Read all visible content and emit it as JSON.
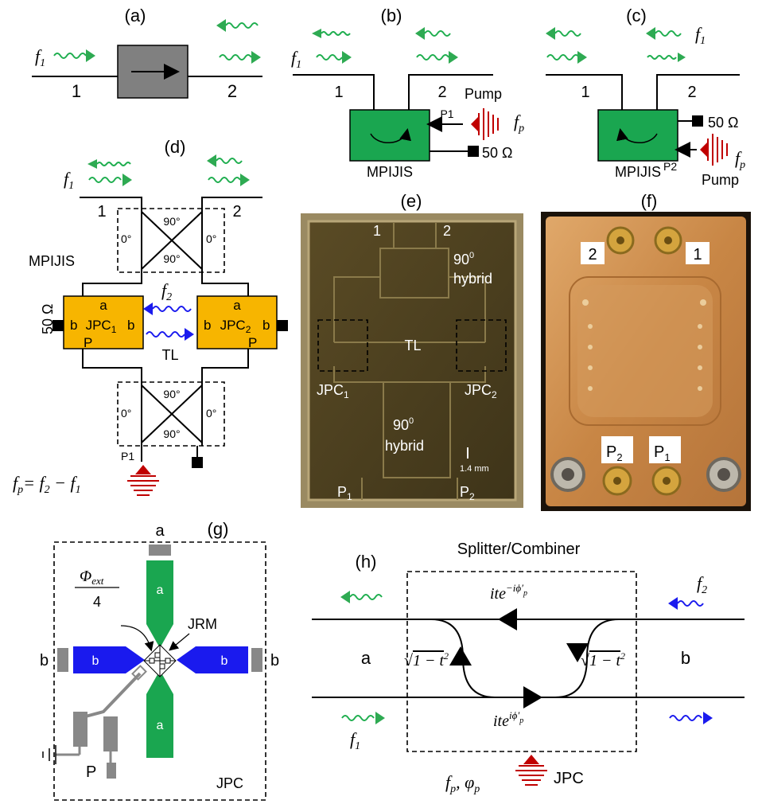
{
  "panels": {
    "a": {
      "label": "(a)",
      "freq": "f",
      "freq_sub": "1",
      "port1": "1",
      "port2": "2"
    },
    "b": {
      "label": "(b)",
      "freq": "f",
      "freq_sub": "1",
      "port1": "1",
      "port2": "2",
      "pump": "Pump",
      "pump_port": "P1",
      "fp": "f",
      "fp_sub": "p",
      "load": "50 Ω",
      "device": "MPIJIS"
    },
    "c": {
      "label": "(c)",
      "freq": "f",
      "freq_sub": "1",
      "port1": "1",
      "port2": "2",
      "pump": "Pump",
      "pump_port": "P2",
      "fp": "f",
      "fp_sub": "p",
      "load": "50 Ω",
      "device": "MPIJIS"
    },
    "d": {
      "label": "(d)",
      "freq": "f",
      "freq_sub": "1",
      "port1": "1",
      "port2": "2",
      "device": "MPIJIS",
      "angle90": "90°",
      "angle0": "0°",
      "load": "50 Ω",
      "jpc": "JPC",
      "jpc1_sub": "1",
      "jpc2_sub": "2",
      "port_a": "a",
      "port_b": "b",
      "port_p": "P",
      "f2": "f",
      "f2_sub": "2",
      "tl": "TL",
      "p1": "P1",
      "eq_lhs": "f",
      "eq_lhs_sub": "p",
      "eq_rhs": "= f",
      "eq_rhs_sub1": "2",
      "eq_minus": " − f",
      "eq_rhs_sub2": "1"
    },
    "e": {
      "label": "(e)",
      "port1": "1",
      "port2": "2",
      "hybrid_top": "90",
      "hybrid_top_sup": "0",
      "hybrid_word": "hybrid",
      "tl": "TL",
      "jpc": "JPC",
      "jpc1_sub": "1",
      "jpc2_sub": "2",
      "hybrid_bot": "90",
      "hybrid_bot_sup": "0",
      "scale": "1.4 mm",
      "p": "P",
      "p1_sub": "1",
      "p2_sub": "2"
    },
    "f": {
      "label": "(f)",
      "port2": "2",
      "port1": "1",
      "p": "P",
      "p2_sub": "2",
      "p1_sub": "1"
    },
    "g": {
      "label": "(g)",
      "a": "a",
      "b": "b",
      "phi": "Φ",
      "phi_sub": "ext",
      "phi_den": "4",
      "jrm": "JRM",
      "p": "P",
      "jpc": "JPC"
    },
    "h": {
      "label": "(h)",
      "title": "Splitter/Combiner",
      "a": "a",
      "b": "b",
      "f1": "f",
      "f1_sub": "1",
      "f2": "f",
      "f2_sub": "2",
      "top": "ite",
      "top_exp": "−iϕ′",
      "top_exp_sub": "p",
      "bot": "ite",
      "bot_exp": "iϕ′",
      "bot_exp_sub": "p",
      "sqrt": "√",
      "sqrt_arg": "1 − t",
      "sqrt_exp": "2",
      "pump": "f",
      "pump_sub": "p",
      "phase": ", φ",
      "phase_sub": "p",
      "jpc": "JPC"
    }
  },
  "colors": {
    "green": "#2eaa52",
    "blue": "#1a1aee",
    "red": "#c00000",
    "jpc_fill": "#f7b500",
    "mpijis_fill": "#1aa650",
    "chip_bg": "#4a3f22",
    "board": "#c98a4a"
  }
}
